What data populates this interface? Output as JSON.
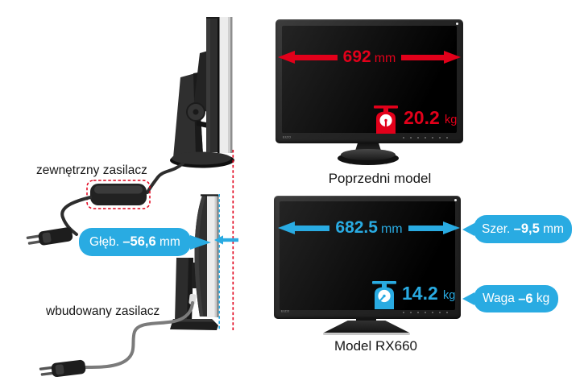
{
  "colors": {
    "accent_blue": "#29abe2",
    "accent_red": "#e2001a",
    "label_text": "#161616"
  },
  "side_compare": {
    "external_psu_label": "zewnętrzny zasilacz",
    "builtin_psu_label": "wbudowany zasilacz",
    "depth_callout": {
      "prefix": "Głęb. ",
      "value": "–56,6",
      "unit": " mm"
    }
  },
  "previous_model": {
    "caption": "Poprzedni model",
    "width": {
      "value": "692",
      "unit": "mm"
    },
    "weight": {
      "value": "20.2",
      "unit": "kg"
    },
    "brand": "EIZO"
  },
  "rx660": {
    "caption": "Model RX660",
    "width": {
      "value": "682.5",
      "unit": "mm"
    },
    "weight": {
      "value": "14.2",
      "unit": "kg"
    },
    "width_callout": {
      "prefix": "Szer. ",
      "value": "–9,5",
      "unit": " mm"
    },
    "weight_callout": {
      "prefix": "Waga ",
      "value": "–6",
      "unit": " kg"
    },
    "brand": "EIZO"
  }
}
